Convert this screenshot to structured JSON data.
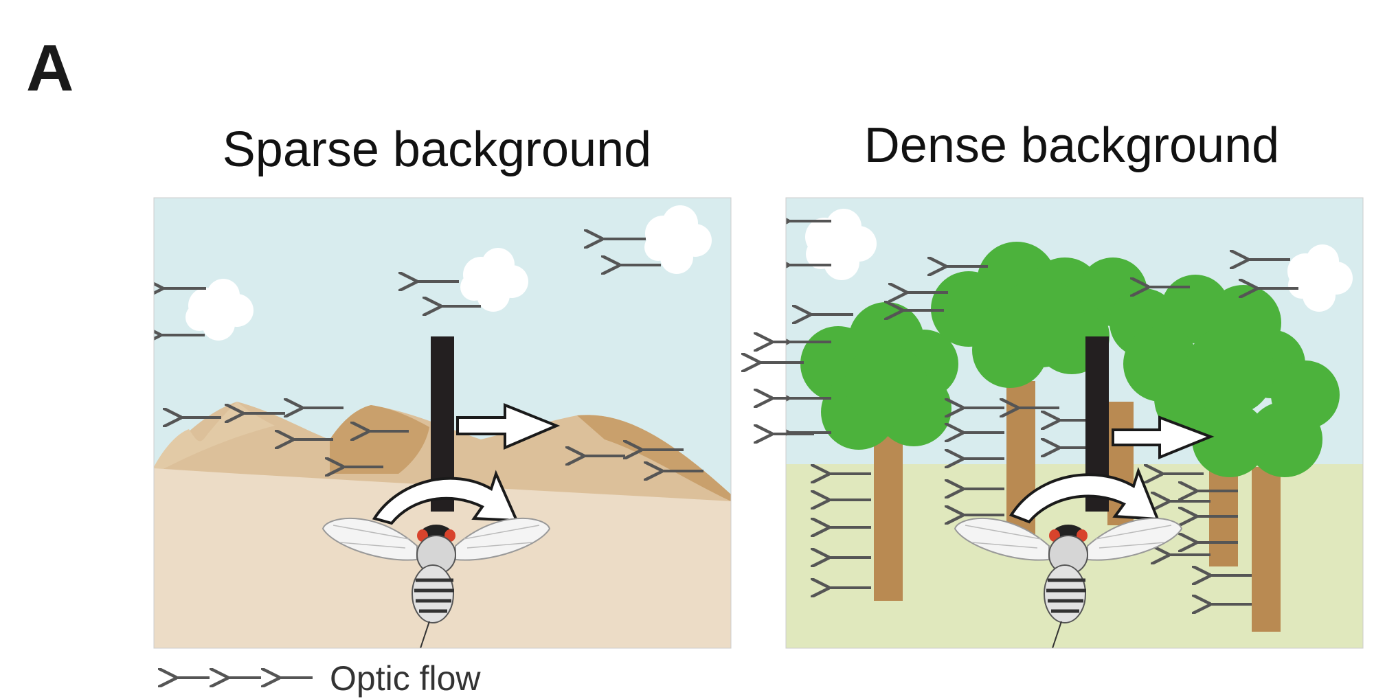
{
  "figure": {
    "panel_label": "A",
    "left_title": "Sparse background",
    "right_title": "Dense background",
    "legend_label": "Optic flow"
  },
  "colors": {
    "sky": "#d8ecee",
    "sand_ground": "#ecdcc6",
    "hill_light": "#dcc09a",
    "hill_dark": "#c9a06c",
    "grass_ground": "#e0e8bd",
    "tree_canopy": "#4cb23c",
    "tree_trunk": "#b98a52",
    "bar": "#231f20",
    "flow_arrow": "#555555"
  }
}
